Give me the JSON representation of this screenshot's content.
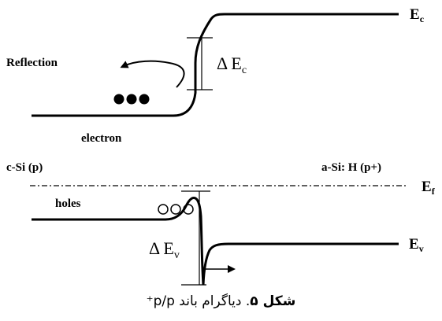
{
  "labels": {
    "ec": "E",
    "ec_sub": "c",
    "ef": "E",
    "ef_sub": "f",
    "ev": "E",
    "ev_sub": "v",
    "delta_ec": "Δ E",
    "delta_ec_sub": "c",
    "delta_ev": "Δ E",
    "delta_ev_sub": "v",
    "reflection": "Reflection",
    "electron": "electron",
    "csi": "c-Si (p)",
    "asi": "a-Si: H (p+)",
    "holes": "holes"
  },
  "caption": {
    "bold": "شکل ۵",
    "text": ". دیاگرام باند p/p⁺"
  },
  "colors": {
    "line": "#000000",
    "background": "#ffffff"
  }
}
